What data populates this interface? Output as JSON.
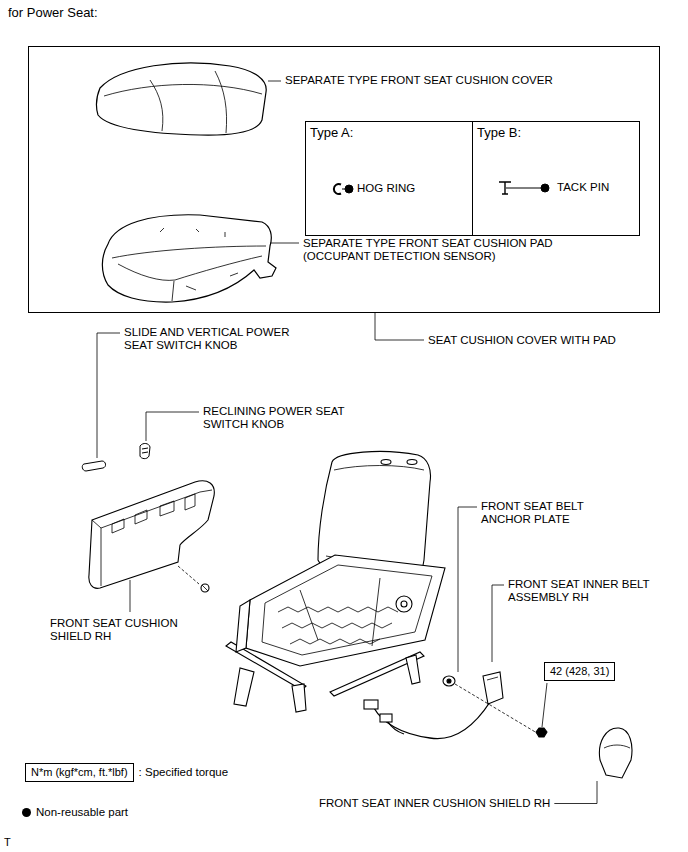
{
  "diagram": {
    "title": "for Power Seat:",
    "nodes": [
      {
        "text": [
          "SEPARATE TYPE FRONT SEAT CUSHION COVER",
          "SEPARATE TYPE FRONT SEAT CUSHION PAD (OCCUPANT DETECTION SENSOR)"
        ]
      },
      {
        "text": [
          "Type A:",
          "HOG RING"
        ],
        "in": 0
      },
      {
        "text": [
          "Type B:",
          "TACK PIN"
        ],
        "in": 0
      },
      {
        "text": [
          "42 (428, 31)"
        ]
      },
      {
        "text": [
          "N*m (kgf*cm, ft.*lbf)"
        ]
      }
    ],
    "labels": [
      "SEAT CUSHION COVER WITH PAD",
      "SLIDE AND VERTICAL POWER SEAT SWITCH KNOB",
      "RECLINING POWER SEAT SWITCH KNOB",
      "FRONT SEAT CUSHION SHIELD RH",
      "FRONT SEAT BELT ANCHOR PLATE",
      "FRONT SEAT INNER BELT ASSEMBLY RH",
      ": Specified torque",
      "FRONT SEAT INNER CUSHION SHIELD RH",
      "T"
    ],
    "legend": [
      {
        "text": "Non-reusable part"
      }
    ]
  }
}
